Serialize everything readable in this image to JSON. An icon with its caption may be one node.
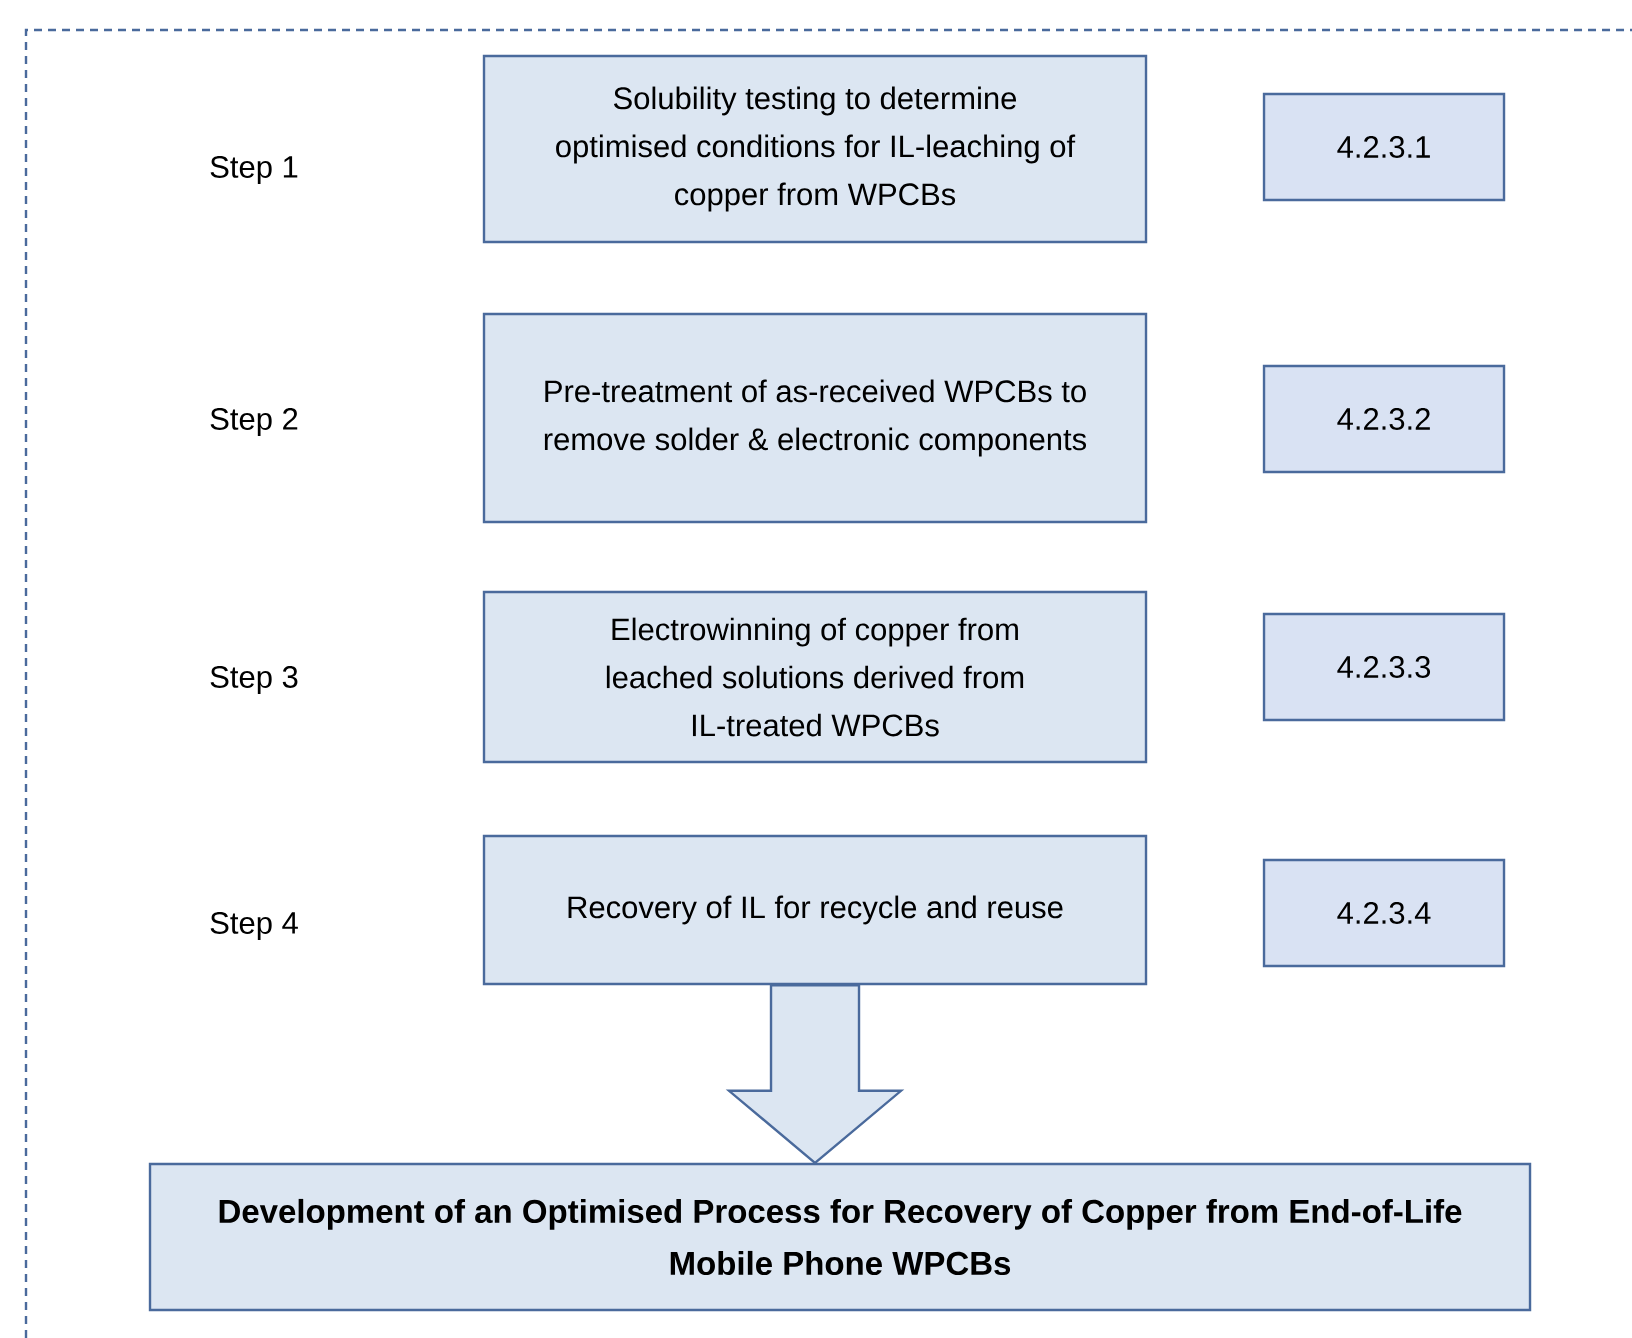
{
  "diagram": {
    "nodes": [
      {
        "text": [
          "Solubility testing to determine optimised conditions for IL-leaching of copper from WPCBs"
        ]
      },
      {
        "text": [
          "Pre-treatment of as-received WPCBs to remove solder & electronic components"
        ]
      },
      {
        "text": [
          "Electrowinning of copper from leached solutions derived from IL-treated WPCBs"
        ]
      },
      {
        "text": [
          "Recovery of IL for recycle and reuse"
        ]
      },
      {
        "text": [
          "4.2.3.1"
        ]
      },
      {
        "text": [
          "4.2.3.2"
        ]
      },
      {
        "text": [
          "4.2.3.3"
        ]
      },
      {
        "text": [
          "4.2.3.4"
        ]
      },
      {
        "text": [
          "Development of an Optimised Process for Recovery of Copper from End-of-Life Mobile Phone WPCBs"
        ]
      }
    ],
    "edges": [
      {
        "from": 3,
        "to": 8,
        "arrow": "to",
        "style": "thick"
      }
    ],
    "labels": [
      "Step 1",
      "Step 2",
      "Step 3",
      "Step 4"
    ]
  }
}
